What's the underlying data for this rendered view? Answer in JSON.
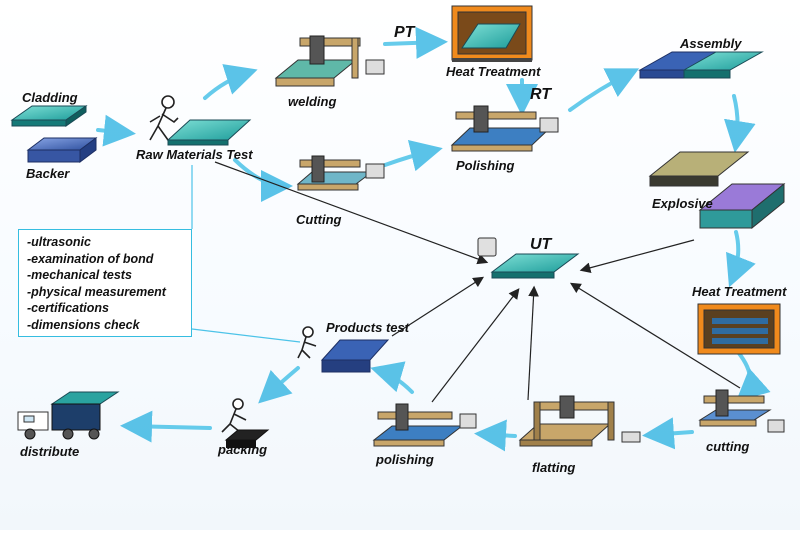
{
  "labels": {
    "cladding": "Cladding",
    "backer": "Backer",
    "raw_materials_test": "Raw Materials Test",
    "welding": "welding",
    "pt": "PT",
    "heat_treatment_top": "Heat Treatment",
    "rt": "RT",
    "polishing_top": "Polishing",
    "assembly": "Assembly",
    "explosive": "Explosive",
    "cutting_left": "Cutting",
    "ut": "UT",
    "heat_treatment_right": "Heat Treatment",
    "products_test": "Products test",
    "cutting_right": "cutting",
    "flatting": "flatting",
    "polishing_bottom": "polishing",
    "packing": "packing",
    "distribute": "distribute"
  },
  "checklist": [
    "-ultrasonic",
    "-examination of bond",
    "-mechanical tests",
    "-physical measurement",
    "-certifications",
    "-dimensions check"
  ],
  "colors": {
    "plate_teal": "#2fb6b0",
    "plate_blue": "#3a63b5",
    "arrow_blue": "#4cc3e8",
    "arrow_black": "#222222",
    "box_border": "#35bde0",
    "furnace_orange": "#f08a1c",
    "machine_tan": "#c8a66a"
  }
}
